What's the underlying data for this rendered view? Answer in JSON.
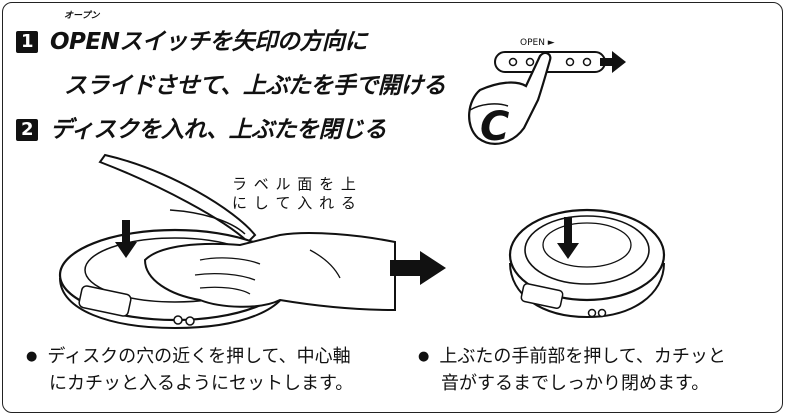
{
  "step1": {
    "number": "1",
    "line1": "OPENスイッチを矢印の方向に",
    "line2": "スライドさせて、上ぶたを手で開ける",
    "ruby": "オープン"
  },
  "step2": {
    "number": "2",
    "text": "ディスクを入れ、上ぶたを閉じる"
  },
  "switch_label": "OPEN ►",
  "callout": {
    "line1": "ラ ベ ル 面 を 上",
    "line2": "に し て 入 れ る"
  },
  "bullets": [
    {
      "line1": "ディスクの穴の近くを押して、中心軸",
      "line2": "にカチッと入るようにセットします。"
    },
    {
      "line1": "上ぶたの手前部を押して、カチッと",
      "line2": "音がするまでしっかり閉めます。"
    }
  ],
  "icons": [
    "hand-pointer-icon",
    "arrow-right-icon",
    "cd-player-open-icon",
    "cd-player-closed-icon"
  ],
  "colors": {
    "ink": "#111111",
    "background": "#ffffff"
  }
}
